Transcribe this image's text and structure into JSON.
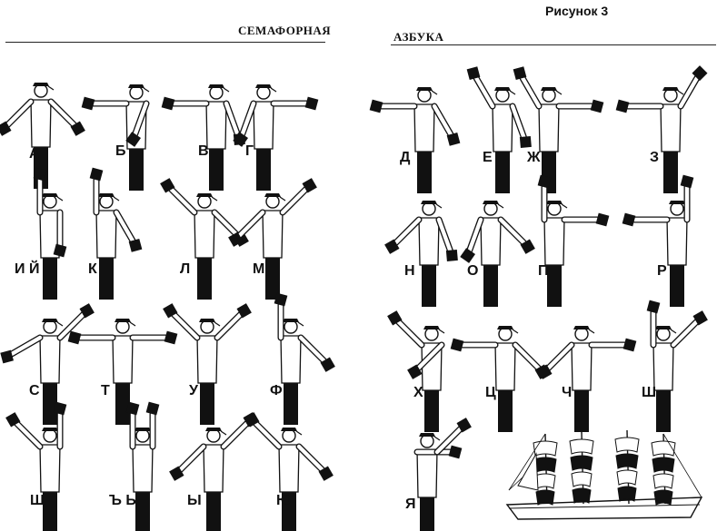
{
  "page": {
    "figure_label": "Рисунок 3",
    "header_left": "СЕМАФОРНАЯ",
    "header_right": "АЗБУКА"
  },
  "letters": [
    "А",
    "Б",
    "В",
    "Г",
    "Д",
    "Е",
    "Ж",
    "З",
    "И Й",
    "К",
    "Л",
    "М",
    "Н",
    "О",
    "П",
    "Р",
    "С",
    "Т",
    "У",
    "Ф",
    "Х",
    "Ц",
    "Ч",
    "Ш",
    "Щ",
    "Ъ Ь",
    "Ы",
    "Ю",
    "Я"
  ]
}
